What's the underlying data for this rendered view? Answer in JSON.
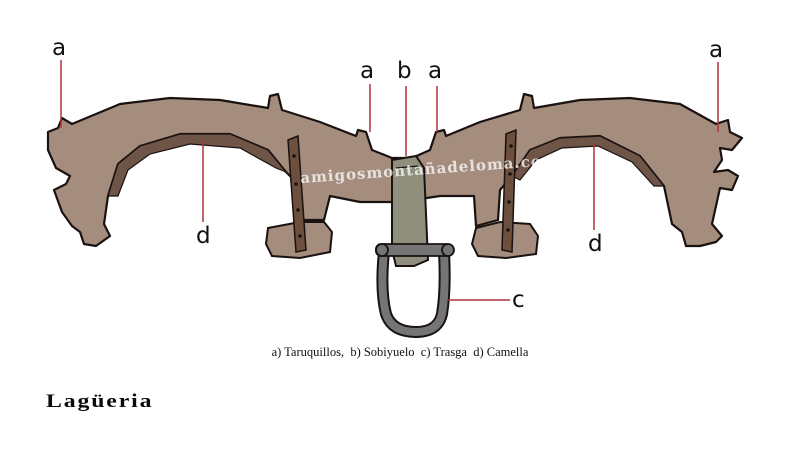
{
  "diagram": {
    "labels": [
      {
        "id": "a-left",
        "text": "a"
      },
      {
        "id": "a-center-left",
        "text": "a"
      },
      {
        "id": "b-center",
        "text": "b"
      },
      {
        "id": "a-center-right",
        "text": "a"
      },
      {
        "id": "a-right",
        "text": "a"
      },
      {
        "id": "d-left",
        "text": "d"
      },
      {
        "id": "d-right",
        "text": "d"
      },
      {
        "id": "c-trasga",
        "text": "c"
      }
    ],
    "watermark": "amigosmontañadeloma.com",
    "colors": {
      "wood": "#a58d7e",
      "wood_dark": "#6e5548",
      "strap": "#6d4f3e",
      "metal": "#757575",
      "leader_line": "#b0303a"
    }
  },
  "caption": {
    "a": "a) Taruquillos,",
    "b": "b) Sobiyuelo",
    "c": "c) Trasga",
    "d": "d) Camella"
  },
  "title": "Lagüeria"
}
